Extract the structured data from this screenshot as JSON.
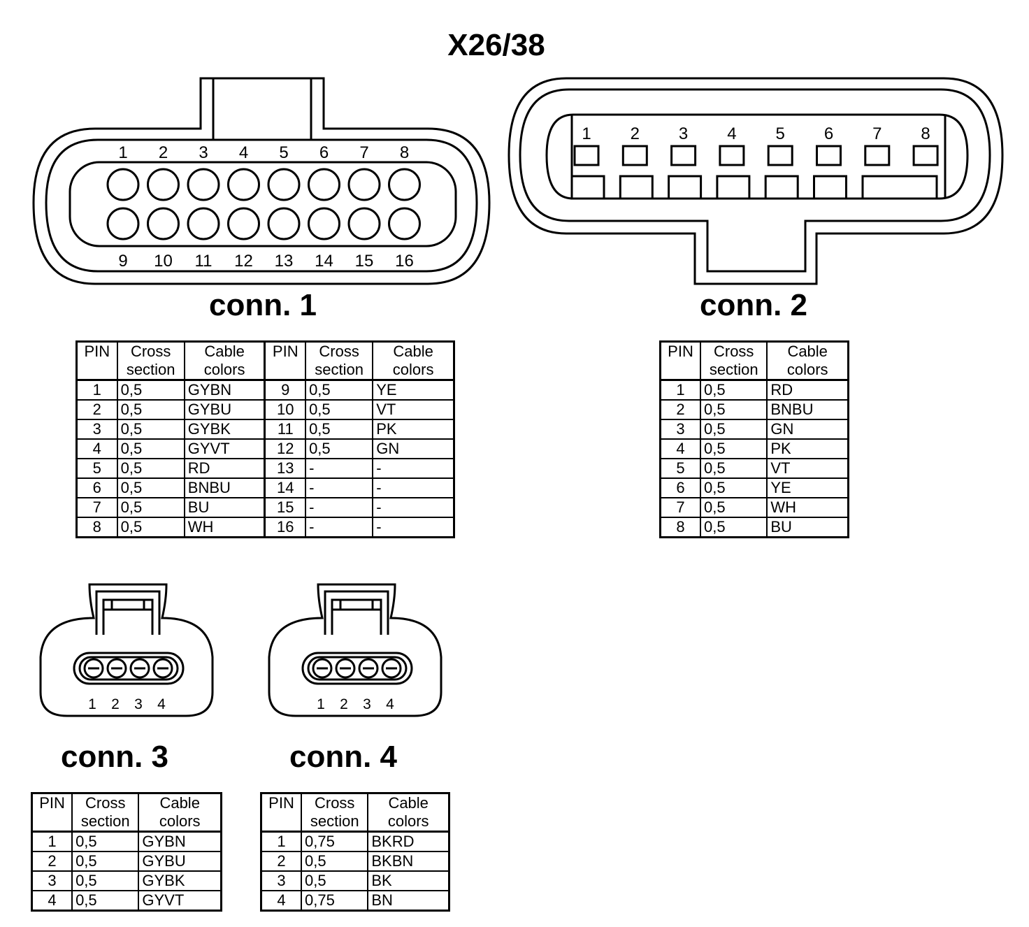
{
  "title": "X26/38",
  "table_headers": {
    "pin": "PIN",
    "cross_section": "Cross section",
    "cable_colors": "Cable colors"
  },
  "connectors": [
    {
      "label": "conn. 1",
      "pin_numbers_top": [
        "1",
        "2",
        "3",
        "4",
        "5",
        "6",
        "7",
        "8"
      ],
      "pin_numbers_bottom": [
        "9",
        "10",
        "11",
        "12",
        "13",
        "14",
        "15",
        "16"
      ],
      "rows": [
        {
          "pin": "1",
          "cross": "0,5",
          "color": "GYBN",
          "pin2": "9",
          "cross2": "0,5",
          "color2": "YE"
        },
        {
          "pin": "2",
          "cross": "0,5",
          "color": "GYBU",
          "pin2": "10",
          "cross2": "0,5",
          "color2": "VT"
        },
        {
          "pin": "3",
          "cross": "0,5",
          "color": "GYBK",
          "pin2": "11",
          "cross2": "0,5",
          "color2": "PK"
        },
        {
          "pin": "4",
          "cross": "0,5",
          "color": "GYVT",
          "pin2": "12",
          "cross2": "0,5",
          "color2": "GN"
        },
        {
          "pin": "5",
          "cross": "0,5",
          "color": "RD",
          "pin2": "13",
          "cross2": "-",
          "color2": "-"
        },
        {
          "pin": "6",
          "cross": "0,5",
          "color": "BNBU",
          "pin2": "14",
          "cross2": "-",
          "color2": "-"
        },
        {
          "pin": "7",
          "cross": "0,5",
          "color": "BU",
          "pin2": "15",
          "cross2": "-",
          "color2": "-"
        },
        {
          "pin": "8",
          "cross": "0,5",
          "color": "WH",
          "pin2": "16",
          "cross2": "-",
          "color2": "-"
        }
      ]
    },
    {
      "label": "conn. 2",
      "pin_numbers": [
        "1",
        "2",
        "3",
        "4",
        "5",
        "6",
        "7",
        "8"
      ],
      "rows": [
        {
          "pin": "1",
          "cross": "0,5",
          "color": "RD"
        },
        {
          "pin": "2",
          "cross": "0,5",
          "color": "BNBU"
        },
        {
          "pin": "3",
          "cross": "0,5",
          "color": "GN"
        },
        {
          "pin": "4",
          "cross": "0,5",
          "color": "PK"
        },
        {
          "pin": "5",
          "cross": "0,5",
          "color": "VT"
        },
        {
          "pin": "6",
          "cross": "0,5",
          "color": "YE"
        },
        {
          "pin": "7",
          "cross": "0,5",
          "color": "WH"
        },
        {
          "pin": "8",
          "cross": "0,5",
          "color": "BU"
        }
      ]
    },
    {
      "label": "conn. 3",
      "pin_numbers": [
        "1",
        "2",
        "3",
        "4"
      ],
      "rows": [
        {
          "pin": "1",
          "cross": "0,5",
          "color": "GYBN"
        },
        {
          "pin": "2",
          "cross": "0,5",
          "color": "GYBU"
        },
        {
          "pin": "3",
          "cross": "0,5",
          "color": "GYBK"
        },
        {
          "pin": "4",
          "cross": "0,5",
          "color": "GYVT"
        }
      ]
    },
    {
      "label": "conn. 4",
      "pin_numbers": [
        "1",
        "2",
        "3",
        "4"
      ],
      "rows": [
        {
          "pin": "1",
          "cross": "0,75",
          "color": "BKRD"
        },
        {
          "pin": "2",
          "cross": "0,5",
          "color": "BKBN"
        },
        {
          "pin": "3",
          "cross": "0,5",
          "color": "BK"
        },
        {
          "pin": "4",
          "cross": "0,75",
          "color": "BN"
        }
      ]
    }
  ]
}
